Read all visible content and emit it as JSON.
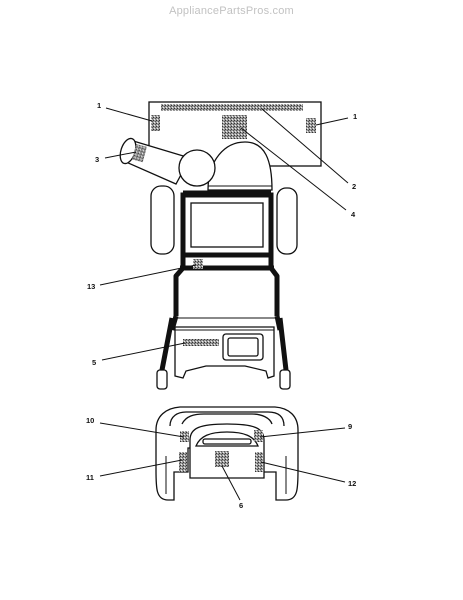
{
  "watermark": "AppliancePartsPros.com",
  "colors": {
    "ink": "#111111",
    "watermark": "#c2c2c2",
    "background": "#ffffff"
  },
  "callouts": {
    "label_1_left": "1",
    "label_1_right": "1",
    "label_2": "2",
    "label_3": "3",
    "label_4": "4",
    "label_5": "5",
    "label_6": "6",
    "label_9": "9",
    "label_10": "10",
    "label_11": "11",
    "label_12": "12",
    "label_13": "13"
  }
}
